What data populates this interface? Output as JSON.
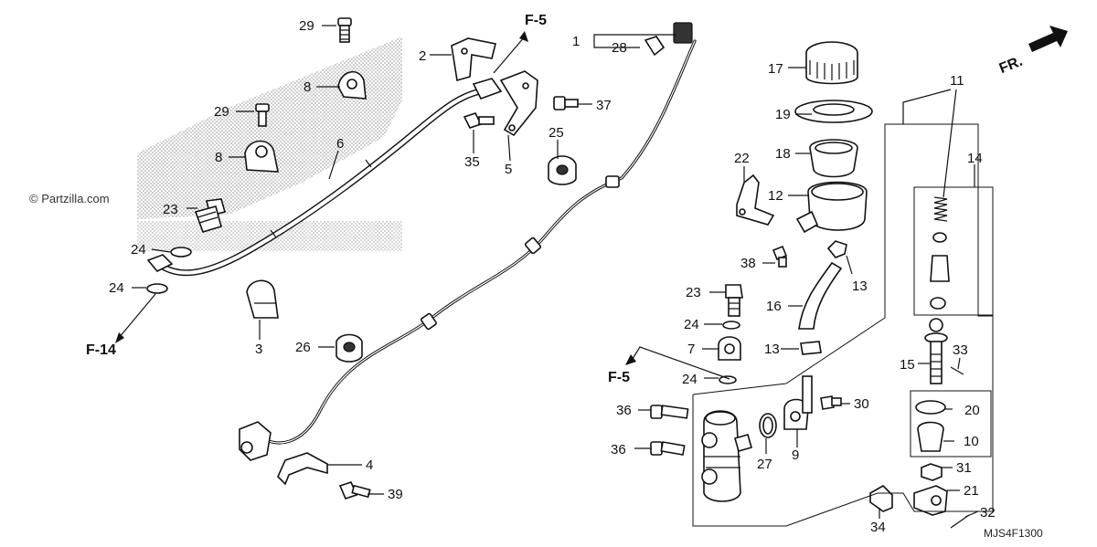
{
  "watermark": "© Partzilla.com",
  "diagram_code": "MJS4F1300",
  "front_indicator": "FR.",
  "refs": {
    "f5_top": "F-5",
    "f5_mid": "F-5",
    "f14": "F-14"
  },
  "callouts": [
    {
      "id": "c1",
      "text": "1"
    },
    {
      "id": "c28",
      "text": "28"
    },
    {
      "id": "c29a",
      "text": "29"
    },
    {
      "id": "c2",
      "text": "2"
    },
    {
      "id": "c8a",
      "text": "8"
    },
    {
      "id": "c29b",
      "text": "29"
    },
    {
      "id": "c37",
      "text": "37"
    },
    {
      "id": "c6",
      "text": "6"
    },
    {
      "id": "c25",
      "text": "25"
    },
    {
      "id": "c8b",
      "text": "8"
    },
    {
      "id": "c35",
      "text": "35"
    },
    {
      "id": "c5",
      "text": "5"
    },
    {
      "id": "c23a",
      "text": "23"
    },
    {
      "id": "c24a",
      "text": "24"
    },
    {
      "id": "c24b",
      "text": "24"
    },
    {
      "id": "c3",
      "text": "3"
    },
    {
      "id": "c26",
      "text": "26"
    },
    {
      "id": "c4",
      "text": "4"
    },
    {
      "id": "c39",
      "text": "39"
    },
    {
      "id": "c17",
      "text": "17"
    },
    {
      "id": "c19",
      "text": "19"
    },
    {
      "id": "c18",
      "text": "18"
    },
    {
      "id": "c22",
      "text": "22"
    },
    {
      "id": "c12",
      "text": "12"
    },
    {
      "id": "c38",
      "text": "38"
    },
    {
      "id": "c13a",
      "text": "13"
    },
    {
      "id": "c16",
      "text": "16"
    },
    {
      "id": "c23b",
      "text": "23"
    },
    {
      "id": "c24c",
      "text": "24"
    },
    {
      "id": "c7",
      "text": "7"
    },
    {
      "id": "c13b",
      "text": "13"
    },
    {
      "id": "c24d",
      "text": "24"
    },
    {
      "id": "c36a",
      "text": "36"
    },
    {
      "id": "c36b",
      "text": "36"
    },
    {
      "id": "c30",
      "text": "30"
    },
    {
      "id": "c27",
      "text": "27"
    },
    {
      "id": "c9",
      "text": "9"
    },
    {
      "id": "c11",
      "text": "11"
    },
    {
      "id": "c14",
      "text": "14"
    },
    {
      "id": "c15",
      "text": "15"
    },
    {
      "id": "c33",
      "text": "33"
    },
    {
      "id": "c20",
      "text": "20"
    },
    {
      "id": "c10",
      "text": "10"
    },
    {
      "id": "c31",
      "text": "31"
    },
    {
      "id": "c21",
      "text": "21"
    },
    {
      "id": "c32",
      "text": "32"
    },
    {
      "id": "c34",
      "text": "34"
    }
  ]
}
